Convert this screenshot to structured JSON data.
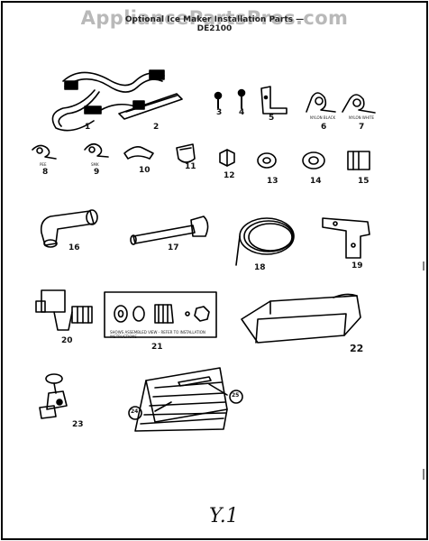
{
  "watermark": "AppliancePartsPros.com",
  "title": "Optional Ice Maker Installation Parts — DE2100",
  "parts": {
    "p1": "1",
    "p2": "2",
    "p3": "3",
    "p4": "4",
    "p5": "5",
    "p6": "6",
    "p7": "7",
    "p8": "8",
    "p9": "9",
    "p10": "10",
    "p11": "11",
    "p12": "12",
    "p13": "13",
    "p14": "14",
    "p15": "15",
    "p16": "16",
    "p17": "17",
    "p18": "18",
    "p19": "19",
    "p20": "20",
    "p21": "21",
    "p22": "22",
    "p23": "23",
    "p24": "24",
    "p25": "25"
  },
  "small_labels": {
    "nylon_black": "NYLON BLACK",
    "nylon_white": "NYLON WHITE",
    "p8_note": "PEE",
    "p9_note": "SMK",
    "p21_note": "SHOWS ASSEMBLED VIEW - REFER TO INSTALLATION INSTRUCTIONS"
  },
  "handwritten": "Y.1"
}
